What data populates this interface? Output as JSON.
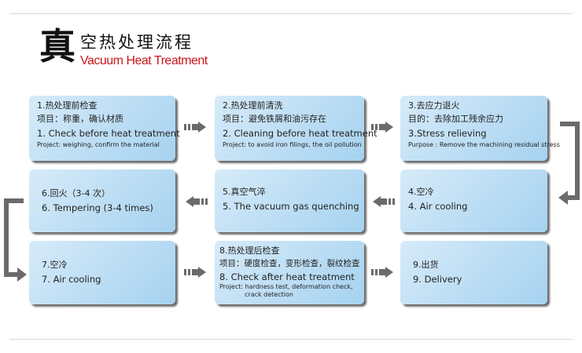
{
  "header": {
    "big_char": "真",
    "title_cn": "空热处理流程",
    "title_en": "Vacuum Heat Treatment"
  },
  "steps": [
    {
      "cn": "1.热处理前检查",
      "cn_detail": "项目：称重，确认材质",
      "en": "1. Check before heat treatment",
      "en_detail": "Project: weighing, confirm the material"
    },
    {
      "cn": "2.热处理前清洗",
      "cn_detail": "项目：避免铁屑和油污存在",
      "en": "2. Cleaning before heat treatment",
      "en_detail": "Project: to avoid iron filings, the oil pollution"
    },
    {
      "cn": "3.去应力退火",
      "cn_detail": "目的：去除加工残余应力",
      "en": "3.Stress relieving",
      "en_detail": "Purpose : Remove the machining residual stress"
    },
    {
      "cn": "4.空冷",
      "en": "4. Air cooling"
    },
    {
      "cn": "5.真空气淬",
      "en": "5. The vacuum gas quenching"
    },
    {
      "cn": "6.回火（3-4 次）",
      "en": "6. Tempering (3-4 times)"
    },
    {
      "cn": "7.空冷",
      "en": "7. Air cooling"
    },
    {
      "cn": "8.热处理后检查",
      "cn_detail": "项目：硬度检查，变形检查，裂纹检查",
      "en": "8. Check after heat treatment",
      "en_detail": "Project: hardness test, deformation check,",
      "en_detail2": "crack detection"
    },
    {
      "cn": "9.出货",
      "en": "9. Delivery"
    }
  ],
  "colors": {
    "box_light": "#d6ebf9",
    "box_dark": "#a6d2f0",
    "arrow": "#6b6b6b",
    "title_en": "#c8161d"
  }
}
